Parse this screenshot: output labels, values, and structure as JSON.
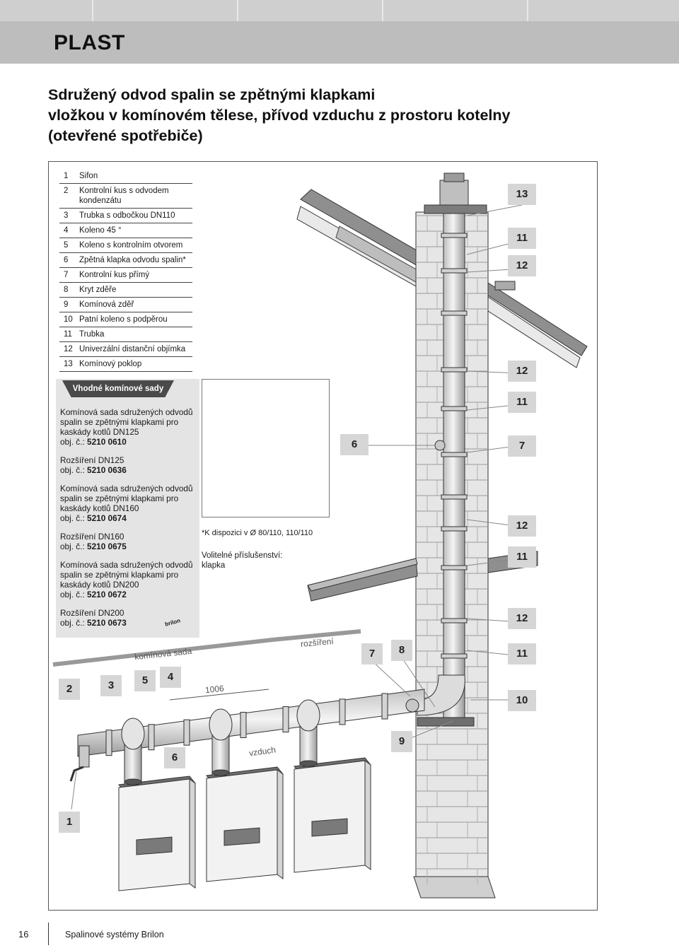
{
  "header": {
    "section_title": "PLAST"
  },
  "heading": {
    "line1": "Sdružený odvod spalin se zpětnými klapkami",
    "line2": "vložkou v komínovém tělese, přívod vzduchu z prostoru kotelny",
    "line3": "(otevřené spotřebiče)"
  },
  "legend": [
    {
      "num": "1",
      "label": "Sifon"
    },
    {
      "num": "2",
      "label": "Kontrolní kus s odvodem kondenzátu"
    },
    {
      "num": "3",
      "label": "Trubka s odbočkou DN110"
    },
    {
      "num": "4",
      "label": "Koleno 45 °"
    },
    {
      "num": "5",
      "label": "Koleno s kontrolním otvorem"
    },
    {
      "num": "6",
      "label": "Zpětná klapka odvodu spalin*"
    },
    {
      "num": "7",
      "label": "Kontrolní kus přímý"
    },
    {
      "num": "8",
      "label": "Kryt zděře"
    },
    {
      "num": "9",
      "label": "Komínová zděř"
    },
    {
      "num": "10",
      "label": "Patní koleno s podpěrou"
    },
    {
      "num": "11",
      "label": "Trubka"
    },
    {
      "num": "12",
      "label": "Univerzální distanční objímka"
    },
    {
      "num": "13",
      "label": "Komínový poklop"
    }
  ],
  "kits": {
    "tab_label": "Vhodné komínové sady",
    "items": [
      {
        "desc": "Komínová sada sdružených odvodů spalin se zpětnými klapkami pro kaskády kotlů DN125",
        "prefix": "obj. č.: ",
        "code": "5210 0610"
      },
      {
        "desc": "Rozšíření DN125",
        "prefix": "obj. č.: ",
        "code": "5210 0636"
      },
      {
        "desc": "Komínová sada sdružených odvodů spalin se zpětnými klapkami pro kaskády kotlů DN160",
        "prefix": "obj. č.: ",
        "code": "5210 0674"
      },
      {
        "desc": "Rozšíření DN160",
        "prefix": "obj. č.: ",
        "code": "5210 0675"
      },
      {
        "desc": "Komínová sada sdružených odvodů spalin se zpětnými klapkami pro kaskády kotlů DN200",
        "prefix": "obj. č.: ",
        "code": "5210 0672"
      },
      {
        "desc": "Rozšíření DN200",
        "prefix": "obj. č.: ",
        "code": "5210 0673"
      }
    ],
    "box_brand": "brilon"
  },
  "notes": {
    "footnote": "*K dispozici v Ø 80/110, 110/110",
    "optional_line1": "Volitelné příslušenství:",
    "optional_line2": "klapka"
  },
  "diagram_labels": {
    "kominova_sada": "komínová sada",
    "rozsireni": "rozšíření",
    "dim_1006": "1006",
    "vzduch": "vzduch"
  },
  "callouts": {
    "c13": "13",
    "c11a": "11",
    "c12a": "12",
    "c12b": "12",
    "c11b": "11",
    "c6a": "6",
    "c7a": "7",
    "c12c": "12",
    "c11c": "11",
    "c12d": "12",
    "c11d": "11",
    "c10": "10",
    "c9": "9",
    "c7b": "7",
    "c8": "8",
    "c2": "2",
    "c3": "3",
    "c5": "5",
    "c4": "4",
    "c6b": "6",
    "c1": "1"
  },
  "footer": {
    "page_number": "16",
    "title": "Spalinové systémy Brilon"
  }
}
